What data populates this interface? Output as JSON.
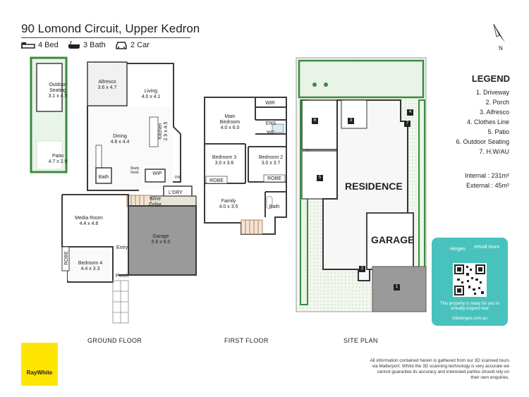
{
  "header": {
    "address": "90 Lomond Circuit, Upper Kedron",
    "features": [
      {
        "icon": "bed-icon",
        "label": "4 Bed"
      },
      {
        "icon": "bath-icon",
        "label": "3 Bath"
      },
      {
        "icon": "car-icon",
        "label": "2 Car"
      }
    ]
  },
  "compass": {
    "north_label": "N"
  },
  "legend": {
    "title": "LEGEND",
    "items": [
      "1. Driveway",
      "2. Porch",
      "3. Alfresco",
      "4. Clothes Line",
      "5. Patio",
      "6. Outdoor Seating",
      "7. H.W/AU"
    ]
  },
  "areas": {
    "internal_label": "Internal",
    "internal_value": ": 231m²",
    "external_label": "External",
    "external_value": ":  45m²"
  },
  "ground_floor": {
    "label": "GROUND FLOOR",
    "rooms": {
      "outdoor_seating": [
        "Outdoor",
        "Seating",
        "3.1 x 4.5"
      ],
      "alfresco": [
        "Alfresco",
        "3.6 x 4.7"
      ],
      "living": [
        "Living",
        "4.0 x 4.1"
      ],
      "dining": [
        "Dining",
        "4.8 x 4.4"
      ],
      "kitchen": [
        "Kitchen",
        "2.9 x 4.5"
      ],
      "patio": [
        "Patio",
        "4.7 x 2.9"
      ],
      "bath": "Bath",
      "study_nook": [
        "Study",
        "Nook"
      ],
      "wip": "WIP",
      "ldry": "L'DRY",
      "wine_cellar": [
        "Wine",
        "Cellar"
      ],
      "media_room": [
        "Media Room",
        "4.4 x 4.6"
      ],
      "garage": [
        "Garage",
        "5.8 x 6.0"
      ],
      "entry": "Entry",
      "robe": "ROBE",
      "bedroom4": [
        "Bedroom 4",
        "4.4 x 3.3"
      ],
      "porch": "Porch",
      "dw": "DW"
    }
  },
  "first_floor": {
    "label": "FIRST FLOOR",
    "rooms": {
      "main_bedroom": [
        "Main",
        "Bedroom",
        "4.0 x 6.0"
      ],
      "wir": "WIR",
      "ens": "ENS",
      "wc": "WC",
      "bedroom3": [
        "Bedroom 3",
        "3.0 x 3.6"
      ],
      "bedroom2": [
        "Bedroom 2",
        "3.0 x 3.7"
      ],
      "robe1": "ROBE",
      "robe2": "ROBE",
      "family": [
        "Family",
        "4.0 x 3.5"
      ],
      "bath": "Bath"
    }
  },
  "site_plan": {
    "label": "SITE PLAN",
    "residence": "RESIDENCE",
    "garage": "GARAGE",
    "tags": [
      "6",
      "3",
      "4",
      "7",
      "5",
      "2",
      "1"
    ]
  },
  "badge": {
    "brand": "Hinges",
    "product": "virtual tours",
    "message": "This property is ready for you to virtually inspect now",
    "url": "lizbetinges.com.au"
  },
  "disclaimer": "All information contained herein is gathered from our 3D scanned tours via Matterport. Whilst the 3D scanning technology is very accurate we cannot guarantee its accuracy and interested parties should rely on their own enquiries.",
  "agency": "RayWhite",
  "colors": {
    "accent": "#ffe600",
    "badge": "#48c2bc",
    "grass": "#2e8b3a",
    "garage": "#9a9a9a"
  }
}
